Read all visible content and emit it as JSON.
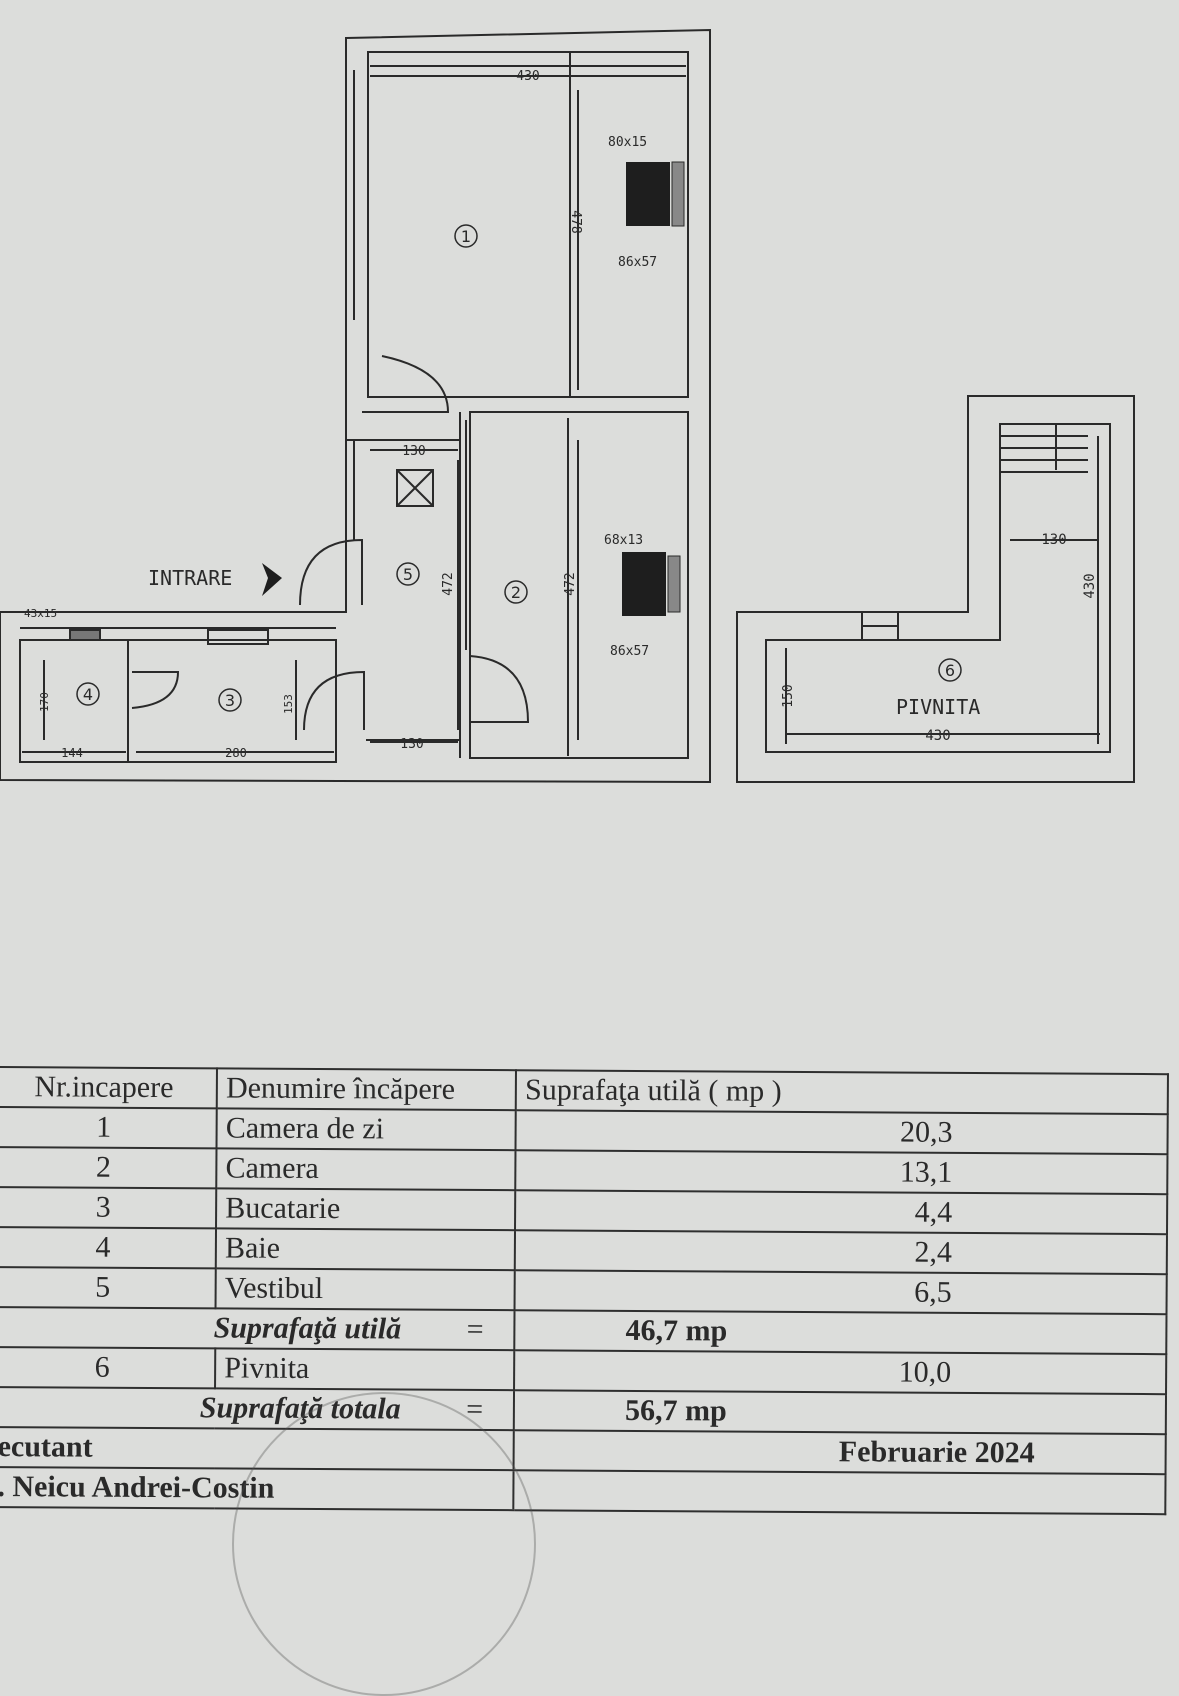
{
  "plan": {
    "entrance_label": "INTRARE",
    "rooms": [
      {
        "num": "1"
      },
      {
        "num": "2"
      },
      {
        "num": "3"
      },
      {
        "num": "4"
      },
      {
        "num": "5"
      },
      {
        "num": "6"
      }
    ],
    "basement_label": "PIVNITA",
    "dimensions": {
      "room1_width": "430",
      "room1_length": "478",
      "radiator1_top": "80x15",
      "radiator1_bottom": "86x57",
      "vestibule_top": "130",
      "vestibule_bottom": "130",
      "vestibule_length": "472",
      "room2_length": "472",
      "radiator2_top": "68x13",
      "radiator2_bottom": "86x57",
      "bath_window": "43x15",
      "bath_height": "170",
      "bath_width": "144",
      "kitchen_height": "153",
      "kitchen_width": "280",
      "basement_stair_width": "130",
      "basement_length": "430",
      "basement_height": "150",
      "basement_width": "430"
    }
  },
  "table": {
    "headers": [
      "Nr.incapere",
      "Denumire încăpere",
      "Suprafaţa utilă ( mp )"
    ],
    "rows": [
      {
        "nr": "1",
        "name": "Camera de zi",
        "area": "20,3"
      },
      {
        "nr": "2",
        "name": "Camera",
        "area": "13,1"
      },
      {
        "nr": "3",
        "name": "Bucatarie",
        "area": "4,4"
      },
      {
        "nr": "4",
        "name": "Baie",
        "area": "2,4"
      },
      {
        "nr": "5",
        "name": "Vestibul",
        "area": "6,5"
      }
    ],
    "useful_label": "Suprafaţă utilă",
    "useful_eq": "=",
    "useful_value": "46,7  mp",
    "basement_row": {
      "nr": "6",
      "name": "Pivnita",
      "area": "10,0"
    },
    "total_label": "Suprafaţă totala",
    "total_eq": "=",
    "total_value": "56,7 mp",
    "executant_label": "ecutant",
    "date": "Februarie  2024",
    "engineer": ". Neicu Andrei-Costin"
  }
}
